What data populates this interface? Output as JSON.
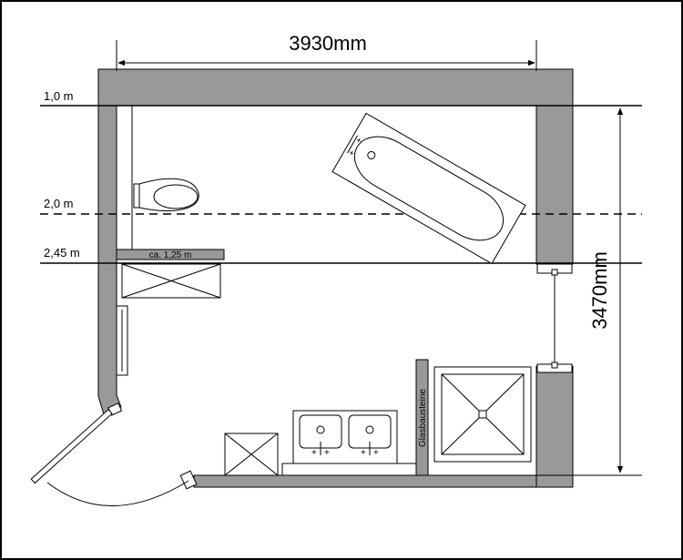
{
  "dimensions": {
    "width_label": "3930mm",
    "height_label": "3470mm"
  },
  "levels": [
    {
      "label": "1,0 m",
      "style": "solid"
    },
    {
      "label": "2,0 m",
      "style": "dashed"
    },
    {
      "label": "2,45 m",
      "style": "solid"
    }
  ],
  "annotations": {
    "shelf_label": "ca. 1,25 m",
    "glass_label": "Glasbausteine"
  },
  "colors": {
    "wall": "#999999",
    "line": "#000000",
    "background": "#ffffff"
  }
}
